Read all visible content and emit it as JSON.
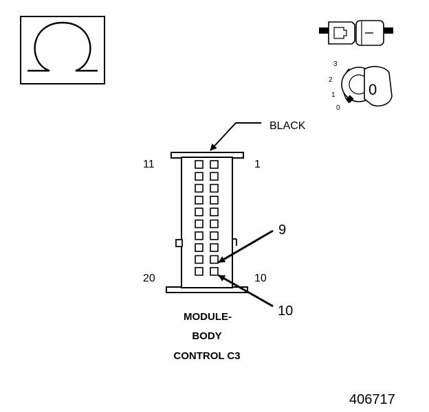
{
  "icons": {
    "ohmmeter": "ohm-symbol-icon",
    "connector_probe": "connector-probe-icon",
    "ignition_key": "ignition-key-icon"
  },
  "ignition": {
    "positions": [
      "3",
      "2",
      "1",
      "0"
    ],
    "key_label": "0"
  },
  "connector": {
    "wire_color_label": "BLACK",
    "cavity_numbers": {
      "top_left": "11",
      "top_right": "1",
      "bottom_left": "20",
      "bottom_right": "10"
    },
    "rows": 10,
    "columns": 2
  },
  "callouts": [
    {
      "id": "upper",
      "label": "9"
    },
    {
      "id": "lower",
      "label": "10"
    }
  ],
  "caption": {
    "line1": "MODULE-",
    "line2": "BODY",
    "line3": "CONTROL C3"
  },
  "figure_number": "406717"
}
